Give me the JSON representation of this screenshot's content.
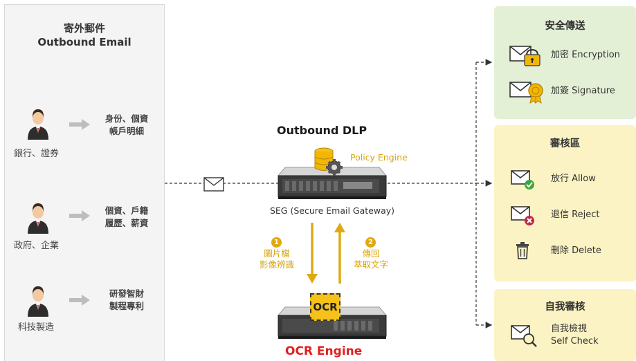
{
  "outbound_email": {
    "title_zh": "寄外郵件",
    "title_en": "Outbound Email"
  },
  "senders": [
    {
      "label": "銀行、證券",
      "data_line1": "身份、個資",
      "data_line2": "帳戶明細"
    },
    {
      "label": "政府、企業",
      "data_line1": "個資、戶籍",
      "data_line2": "履歷、薪資"
    },
    {
      "label": "科技製造",
      "data_line1": "研發智財",
      "data_line2": "製程專利"
    }
  ],
  "center": {
    "dlp_title": "Outbound DLP",
    "policy_engine": "Policy Engine",
    "seg_label": "SEG (Secure Email Gateway)",
    "step1": {
      "num": "1",
      "line1": "圖片檔",
      "line2": "影像辨識"
    },
    "step2": {
      "num": "2",
      "line1": "傳回",
      "line2": "萃取文字"
    },
    "ocr_badge": "OCR",
    "ocr_engine": "OCR Engine"
  },
  "secure_delivery": {
    "title": "安全傳送",
    "items": [
      {
        "label": "加密 Encryption",
        "icon": "envelope-lock-icon"
      },
      {
        "label": "加簽 Signature",
        "icon": "envelope-seal-icon"
      }
    ]
  },
  "review_area": {
    "title": "審核區",
    "items": [
      {
        "label": "放行 Allow",
        "icon": "envelope-check-icon"
      },
      {
        "label": "退信 Reject",
        "icon": "envelope-reject-icon"
      },
      {
        "label": "刪除 Delete",
        "icon": "trash-icon"
      }
    ]
  },
  "self_review": {
    "title": "自我審核",
    "item_line1": "自我檢視",
    "item_line2": "Self Check",
    "icon": "envelope-search-icon"
  },
  "colors": {
    "accent_gold": "#e0a812",
    "ocr_red": "#e02020",
    "secure_bg": "#e4f0d6",
    "review_bg": "#fbf3c4",
    "left_bg": "#f4f4f4"
  }
}
